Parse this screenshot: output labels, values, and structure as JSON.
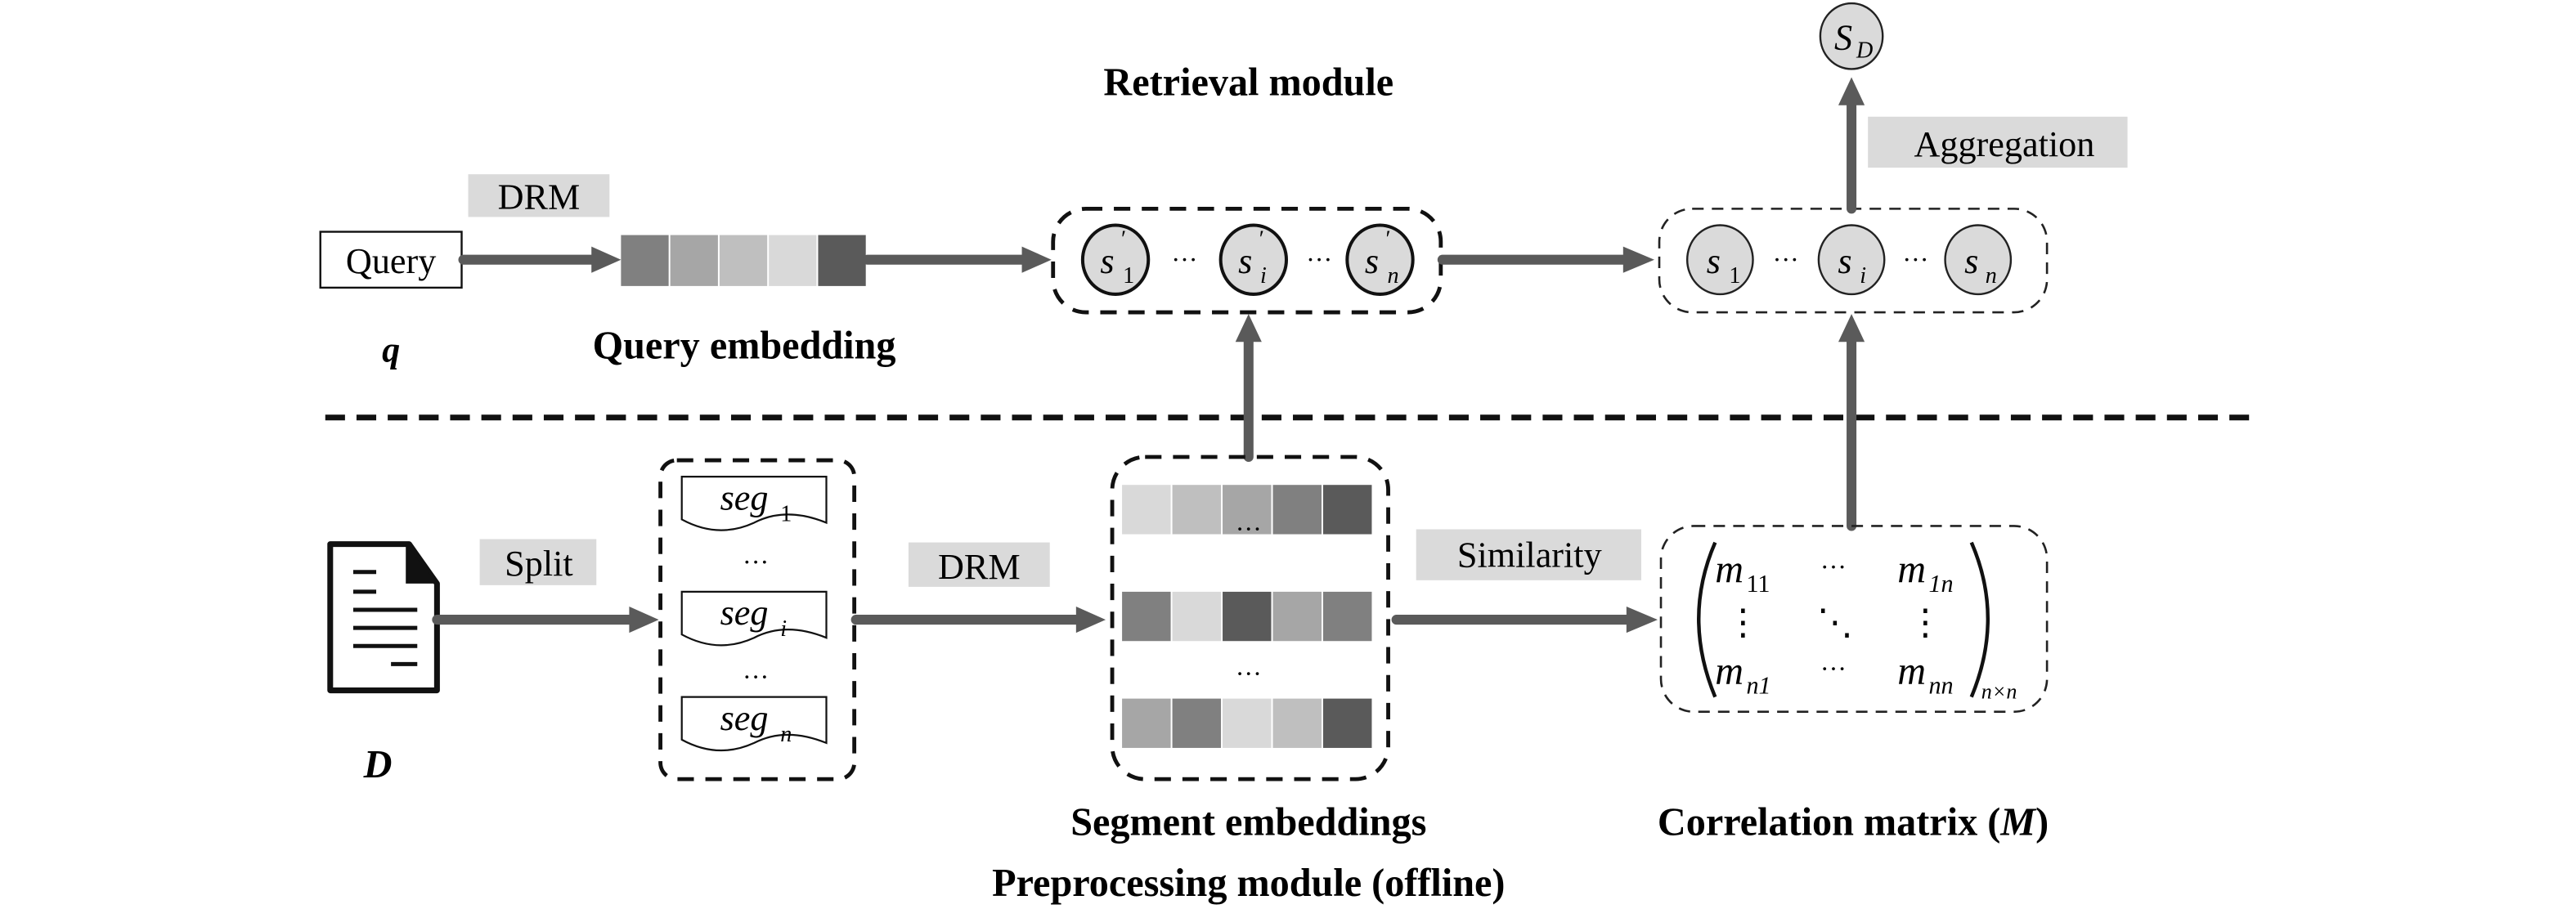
{
  "titles": {
    "retrieval_module": "Retrieval module",
    "preprocessing_module": "Preprocessing module (offline)"
  },
  "retrieval": {
    "query_label": "Query",
    "query_symbol": "q",
    "drm_label": "DRM",
    "query_embedding_caption": "Query embedding",
    "query_embedding_shades": [
      "#808080",
      "#a6a6a6",
      "#bfbfbf",
      "#d9d9d9",
      "#5a5a5a"
    ],
    "segment_scores_prime": [
      {
        "base": "s",
        "sub": "1",
        "sup": "′"
      },
      {
        "base": "s",
        "sub": "i",
        "sup": "′"
      },
      {
        "base": "s",
        "sub": "n",
        "sup": "′"
      }
    ],
    "segment_scores": [
      {
        "base": "s",
        "sub": "1"
      },
      {
        "base": "s",
        "sub": "i"
      },
      {
        "base": "s",
        "sub": "n"
      }
    ],
    "ellipsis": "···",
    "aggregation_label": "Aggregation",
    "document_score": {
      "base": "S",
      "sub": "D"
    }
  },
  "preprocessing": {
    "document_symbol": "D",
    "split_label": "Split",
    "segments": [
      {
        "base": "seg",
        "sub": "1"
      },
      {
        "base": "seg",
        "sub": "i"
      },
      {
        "base": "seg",
        "sub": "n"
      }
    ],
    "ellipsis": "···",
    "drm_label": "DRM",
    "segment_embeddings_caption": "Segment embeddings",
    "segment_embedding_rows": [
      [
        "#d9d9d9",
        "#bfbfbf",
        "#a6a6a6",
        "#808080",
        "#5a5a5a"
      ],
      [
        "#808080",
        "#d9d9d9",
        "#5a5a5a",
        "#a6a6a6",
        "#808080"
      ],
      [
        "#a6a6a6",
        "#808080",
        "#d9d9d9",
        "#bfbfbf",
        "#5a5a5a"
      ]
    ],
    "similarity_label": "Similarity",
    "matrix": {
      "m11": {
        "base": "m",
        "sub": "11"
      },
      "m1n": {
        "base": "m",
        "sub": "1n"
      },
      "mn1": {
        "base": "m",
        "sub": "n1"
      },
      "mnn": {
        "base": "m",
        "sub": "nn"
      },
      "size_sub": "n×n",
      "hdots": "···",
      "vdots": "⋮",
      "ddots": "⋱"
    },
    "correlation_caption_prefix": "Correlation matrix (",
    "correlation_caption_symbol": "M",
    "correlation_caption_suffix": ")"
  }
}
